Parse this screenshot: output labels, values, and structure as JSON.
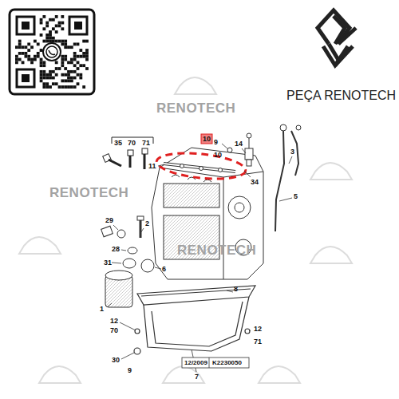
{
  "diagram": {
    "title": "PEÇA RENOTECH",
    "labels": [
      "RENOTECH",
      "RENOTECH",
      "RENOTECH",
      "35",
      "70",
      "71",
      "10",
      "14",
      "9",
      "10",
      "11",
      "34",
      "3",
      "5",
      "29",
      "2",
      "28",
      "31",
      "6",
      "8",
      "1",
      "12",
      "70",
      "30",
      "9",
      "7",
      "12",
      "71",
      "12/2009",
      "K2230050"
    ]
  }
}
